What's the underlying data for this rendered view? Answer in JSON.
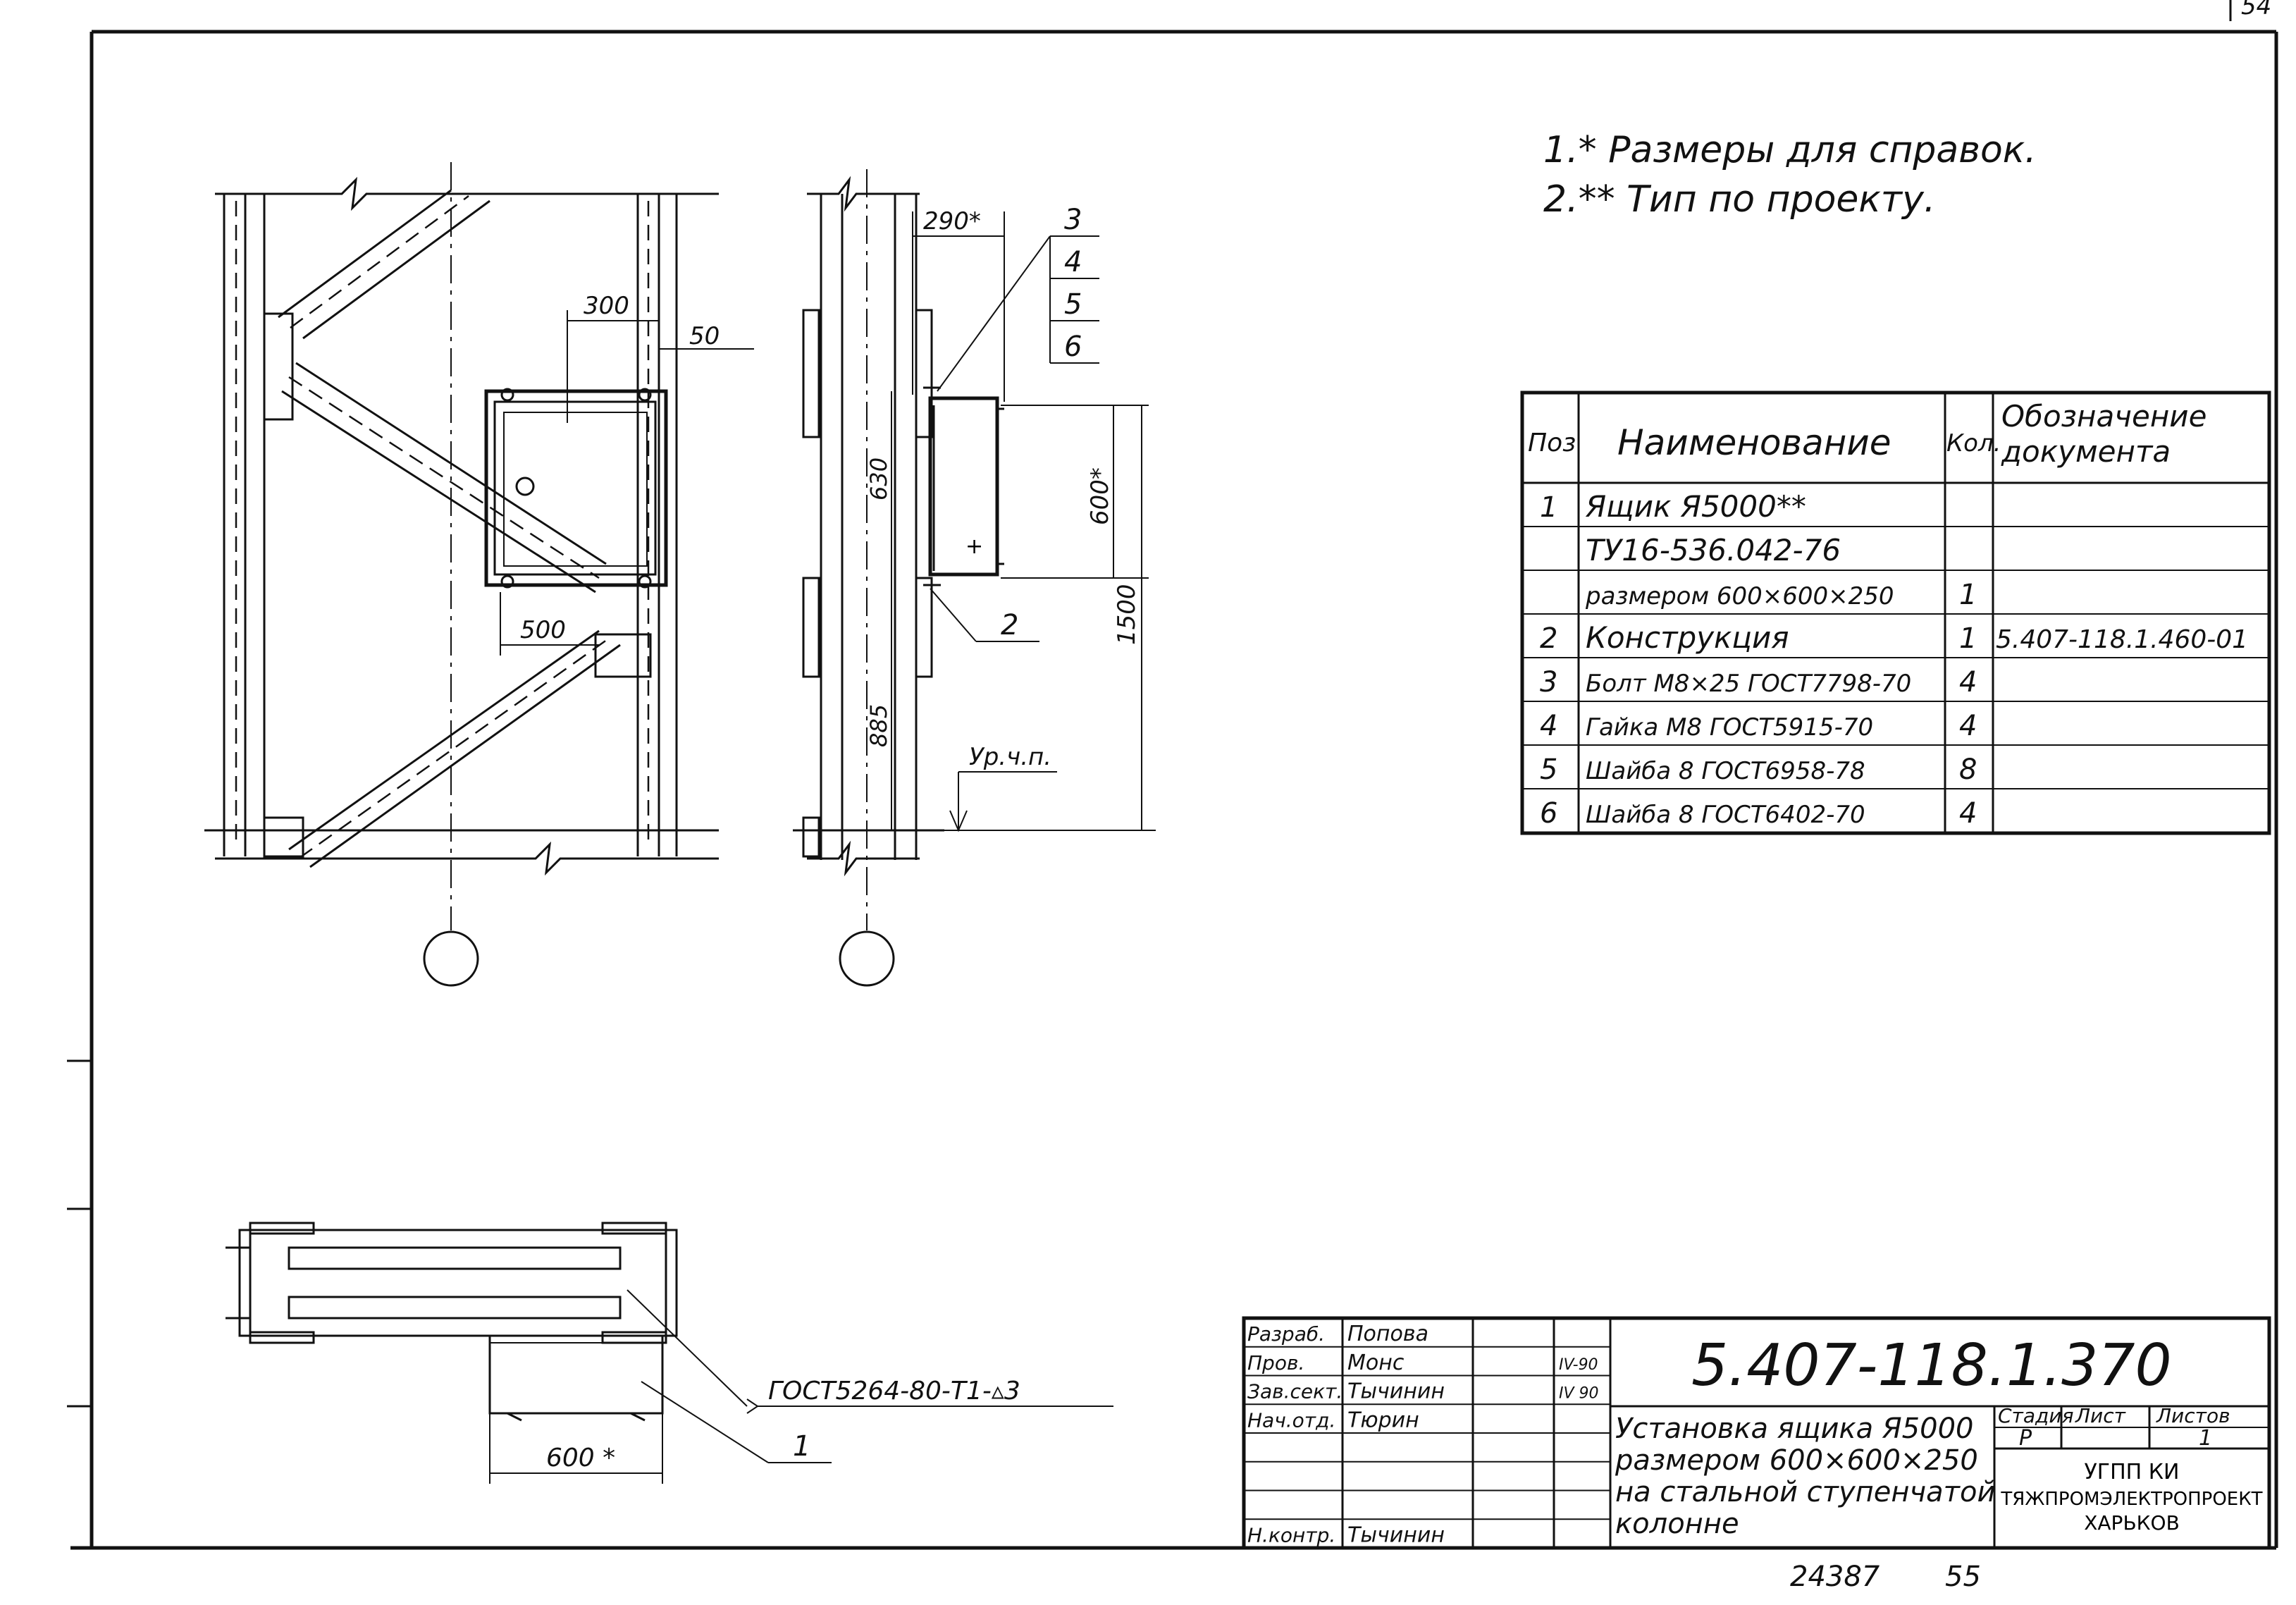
{
  "corner_sheet_number": "54",
  "notes": [
    "1.* Размеры для справок.",
    "2.** Тип по проекту."
  ],
  "dimensions": {
    "d300": "300",
    "d50": "50",
    "d500": "500",
    "d290": "290*",
    "d630": "630",
    "d600v": "600*",
    "d1500": "1500",
    "d885": "885",
    "d600h": "600 *",
    "floor_level": "Ур.ч.п."
  },
  "callouts": [
    "3",
    "4",
    "5",
    "6"
  ],
  "callout_2": "2",
  "callout_1": "1",
  "weld_note": "ГОСТ5264-80-Т1-▵3",
  "spec_table": {
    "headers": {
      "pos": "Поз",
      "name": "Наименование",
      "qty": "Кол.",
      "doc": "Обозначение документа"
    },
    "rows": [
      {
        "pos": "1",
        "name": "Ящик Я5000**",
        "qty": "",
        "doc": ""
      },
      {
        "pos": "",
        "name": "ТУ16-536.042-76",
        "qty": "",
        "doc": ""
      },
      {
        "pos": "",
        "name": "размером 600×600×250",
        "qty": "1",
        "doc": ""
      },
      {
        "pos": "2",
        "name": "Конструкция",
        "qty": "1",
        "doc": "5.407-118.1.460-01"
      },
      {
        "pos": "3",
        "name": "Болт М8×25 ГОСТ7798-70",
        "qty": "4",
        "doc": ""
      },
      {
        "pos": "4",
        "name": "Гайка М8 ГОСТ5915-70",
        "qty": "4",
        "doc": ""
      },
      {
        "pos": "5",
        "name": "Шайба 8 ГОСТ6958-78",
        "qty": "8",
        "doc": ""
      },
      {
        "pos": "6",
        "name": "Шайба 8 ГОСТ6402-70",
        "qty": "4",
        "doc": ""
      }
    ]
  },
  "title_block": {
    "doc_number": "5.407-118.1.370",
    "roles": [
      {
        "role": "Разраб.",
        "name": "Попова",
        "date": ""
      },
      {
        "role": "Пров.",
        "name": "Монс",
        "date": "IV-90"
      },
      {
        "role": "Зав.сект.",
        "name": "Тычинин",
        "date": "IV 90"
      },
      {
        "role": "Нач.отд.",
        "name": "Тюрин",
        "date": ""
      },
      {
        "role": "",
        "name": "",
        "date": ""
      },
      {
        "role": "",
        "name": "",
        "date": ""
      },
      {
        "role": "",
        "name": "",
        "date": ""
      },
      {
        "role": "Н.контр.",
        "name": "Тычинин",
        "date": ""
      }
    ],
    "title_lines": [
      "Установка ящика Я5000",
      "размером 600×600×250",
      "на стальной ступенчатой",
      "колонне"
    ],
    "stage_label": "Стадия",
    "sheet_label": "Лист",
    "sheets_label": "Листов",
    "stage": "Р",
    "sheet": "",
    "sheets": "1",
    "org_lines": [
      "УГПП КИ",
      "ТЯЖПРОМЭЛЕКТРОПРОЕКТ",
      "ХАРЬКОВ"
    ]
  },
  "bottom_numbers": [
    "24387",
    "55"
  ]
}
